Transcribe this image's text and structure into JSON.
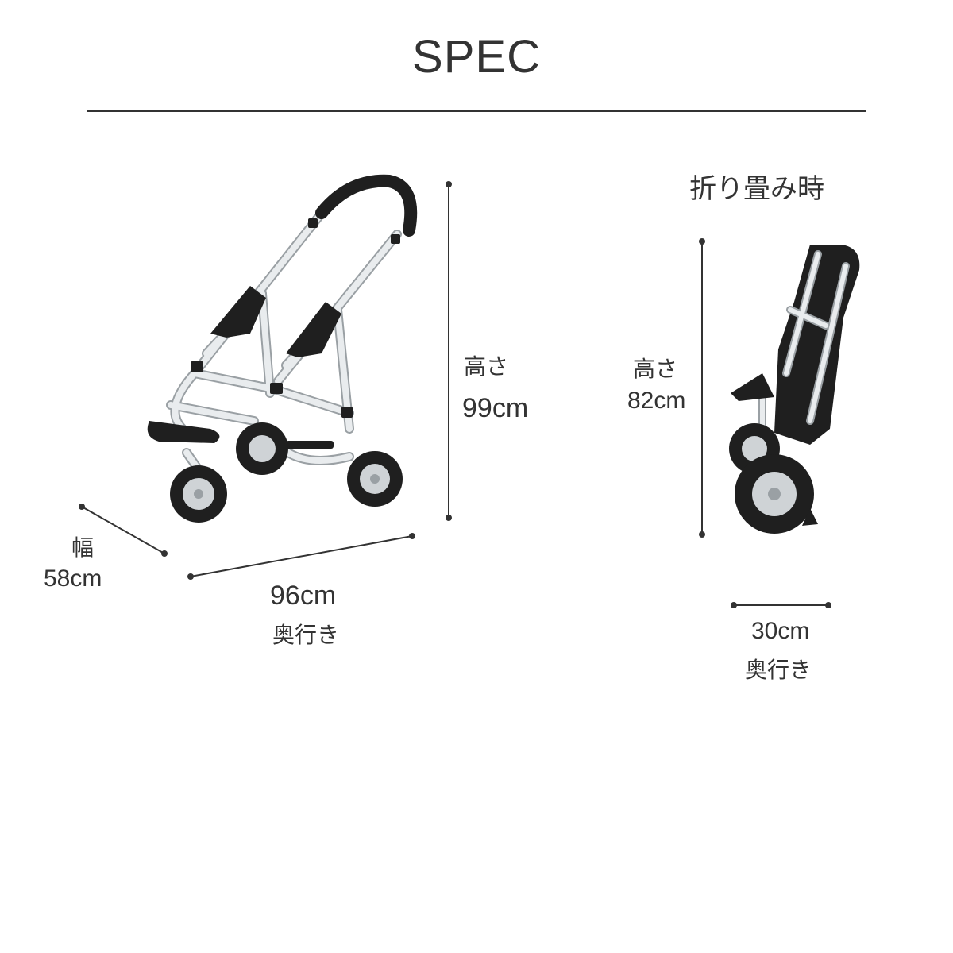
{
  "title": "SPEC",
  "unfolded": {
    "height_label": "高さ",
    "height_value": "99cm",
    "width_label": "幅",
    "width_value": "58cm",
    "depth_value": "96cm",
    "depth_label": "奥行き"
  },
  "folded": {
    "title": "折り畳み時",
    "height_label": "高さ",
    "height_value": "82cm",
    "depth_value": "30cm",
    "depth_label": "奥行き"
  },
  "colors": {
    "text": "#333333",
    "frame": "#d9dde0",
    "black": "#1f1f1f"
  }
}
